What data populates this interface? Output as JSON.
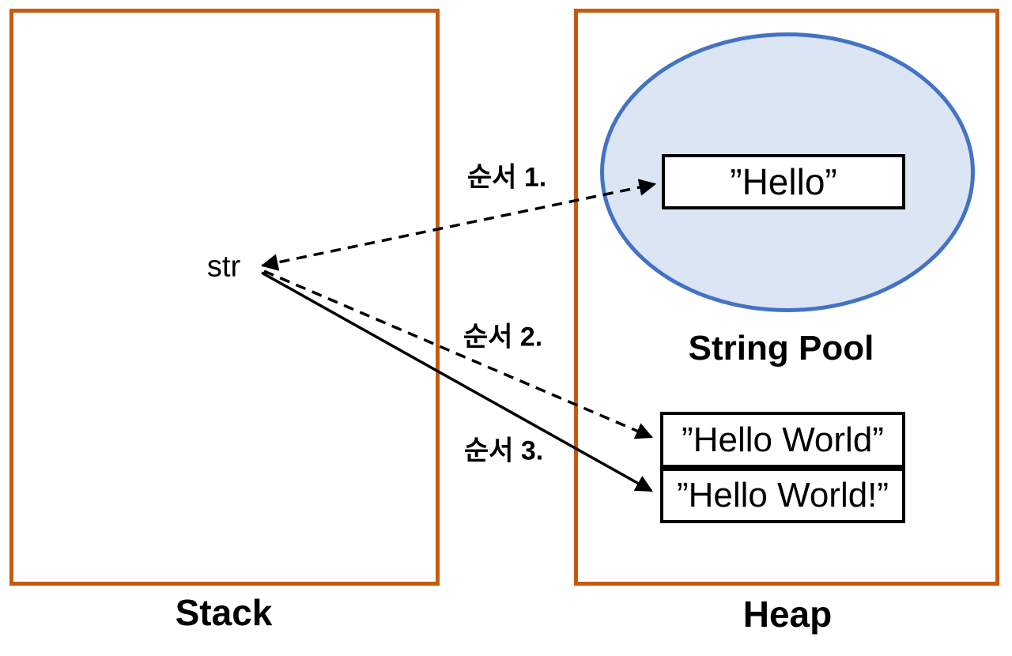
{
  "diagram": {
    "stack": {
      "label": "Stack"
    },
    "heap": {
      "label": "Heap"
    },
    "string_pool": {
      "label": "String Pool"
    },
    "str_variable": {
      "label": "str"
    },
    "string_boxes": {
      "hello": {
        "text": "”Hello”"
      },
      "hello_world": {
        "text": "”Hello World”"
      },
      "hello_world_excl": {
        "text": "”Hello World!”"
      }
    },
    "arrows": [
      {
        "label": "순서 1.",
        "style": "dashed",
        "from": "str",
        "to": "”Hello”"
      },
      {
        "label": "순서 2.",
        "style": "dashed",
        "from": "str",
        "to": "”Hello World”"
      },
      {
        "label": "순서 3.",
        "style": "solid",
        "from": "str",
        "to": "”Hello World!”"
      }
    ],
    "colors": {
      "frame_border": "#C55A11",
      "pool_border": "#4472C4",
      "pool_fill": "#DBE5F3",
      "box_border": "#000000",
      "background": "#FFFFFF"
    }
  }
}
